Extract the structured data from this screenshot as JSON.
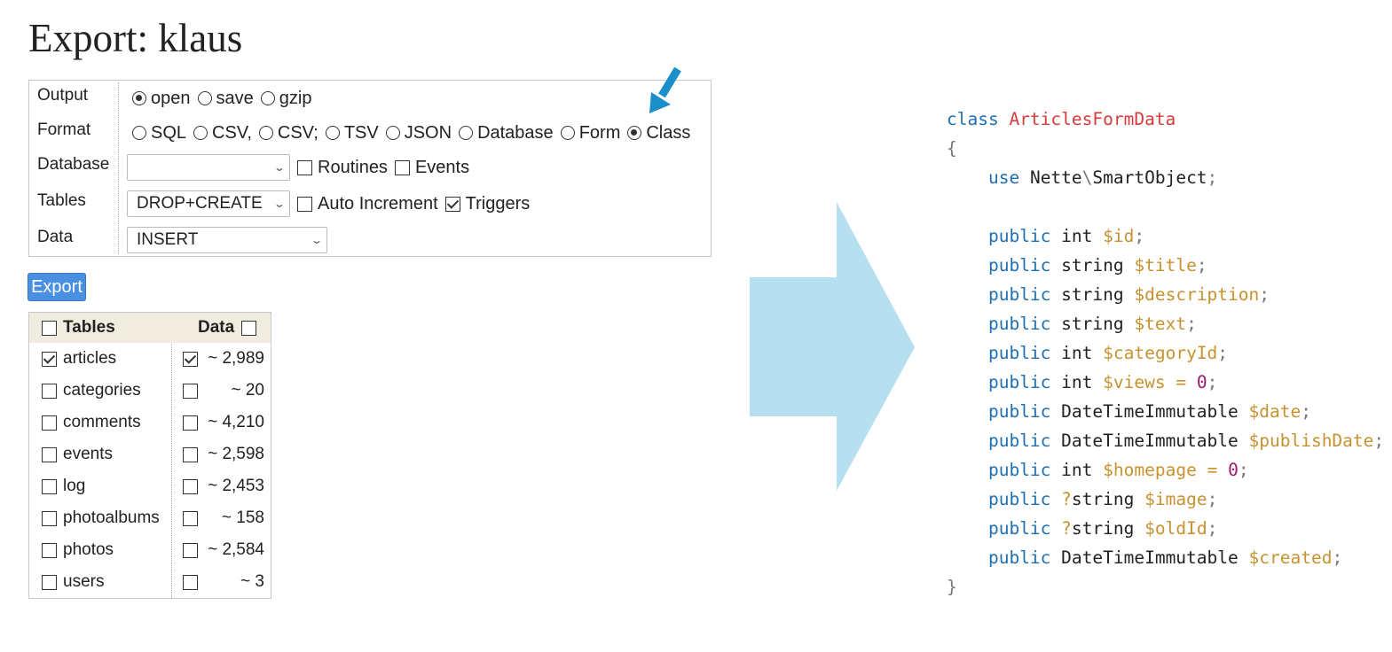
{
  "title": "Export: klaus",
  "options": {
    "output": {
      "label": "Output",
      "choices": [
        {
          "label": "open",
          "selected": true
        },
        {
          "label": "save",
          "selected": false
        },
        {
          "label": "gzip",
          "selected": false
        }
      ]
    },
    "format": {
      "label": "Format",
      "choices": [
        {
          "label": "SQL",
          "selected": false
        },
        {
          "label": "CSV,",
          "selected": false
        },
        {
          "label": "CSV;",
          "selected": false
        },
        {
          "label": "TSV",
          "selected": false
        },
        {
          "label": "JSON",
          "selected": false
        },
        {
          "label": "Database",
          "selected": false
        },
        {
          "label": "Form",
          "selected": false
        },
        {
          "label": "Class",
          "selected": true
        }
      ]
    },
    "database": {
      "label": "Database",
      "select_value": "",
      "routines_label": "Routines",
      "routines_checked": false,
      "events_label": "Events",
      "events_checked": false
    },
    "tables": {
      "label": "Tables",
      "select_value": "DROP+CREATE",
      "auto_increment_label": "Auto Increment",
      "auto_increment_checked": false,
      "triggers_label": "Triggers",
      "triggers_checked": true
    },
    "data": {
      "label": "Data",
      "select_value": "INSERT"
    }
  },
  "export_button": "Export",
  "table_list": {
    "header_tables": "Tables",
    "header_data": "Data",
    "rows": [
      {
        "name": "articles",
        "name_checked": true,
        "data_checked": true,
        "count": "~ 2,989"
      },
      {
        "name": "categories",
        "name_checked": false,
        "data_checked": false,
        "count": "~ 20"
      },
      {
        "name": "comments",
        "name_checked": false,
        "data_checked": false,
        "count": "~ 4,210"
      },
      {
        "name": "events",
        "name_checked": false,
        "data_checked": false,
        "count": "~ 2,598"
      },
      {
        "name": "log",
        "name_checked": false,
        "data_checked": false,
        "count": "~ 2,453"
      },
      {
        "name": "photoalbums",
        "name_checked": false,
        "data_checked": false,
        "count": "~ 158"
      },
      {
        "name": "photos",
        "name_checked": false,
        "data_checked": false,
        "count": "~ 2,584"
      },
      {
        "name": "users",
        "name_checked": false,
        "data_checked": false,
        "count": "~ 3"
      }
    ]
  },
  "code": {
    "class_keyword": "class",
    "class_name": "ArticlesFormData",
    "open_brace": "{",
    "close_brace": "}",
    "use_keyword": "use",
    "use_path_a": "Nette",
    "use_sep": "\\",
    "use_path_b": "SmartObject",
    "properties": [
      {
        "modifier": "public",
        "type": "int",
        "name": "$id",
        "default": ""
      },
      {
        "modifier": "public",
        "type": "string",
        "name": "$title",
        "default": ""
      },
      {
        "modifier": "public",
        "type": "string",
        "name": "$description",
        "default": ""
      },
      {
        "modifier": "public",
        "type": "string",
        "name": "$text",
        "default": ""
      },
      {
        "modifier": "public",
        "type": "int",
        "name": "$categoryId",
        "default": ""
      },
      {
        "modifier": "public",
        "type": "int",
        "name": "$views",
        "default": "0"
      },
      {
        "modifier": "public",
        "type": "DateTimeImmutable",
        "name": "$date",
        "default": ""
      },
      {
        "modifier": "public",
        "type": "DateTimeImmutable",
        "name": "$publishDate",
        "default": ""
      },
      {
        "modifier": "public",
        "type": "int",
        "name": "$homepage",
        "default": "0"
      },
      {
        "modifier": "public",
        "type": "?string",
        "name": "$image",
        "default": ""
      },
      {
        "modifier": "public",
        "type": "?string",
        "name": "$oldId",
        "default": ""
      },
      {
        "modifier": "public",
        "type": "DateTimeImmutable",
        "name": "$created",
        "default": ""
      }
    ]
  },
  "colors": {
    "keyword": "#1f6fb2",
    "class_name": "#d73a3a",
    "variable": "#c7922f",
    "number": "#9c1b6b",
    "export_button": "#4a90e2",
    "annotation_arrow": "#1a8fc9",
    "big_arrow": "#b6e0f0",
    "table_header_bg": "#f1ece0"
  },
  "icons": {
    "annotation": "arrow-down-left-icon",
    "transition": "arrow-right-icon"
  }
}
